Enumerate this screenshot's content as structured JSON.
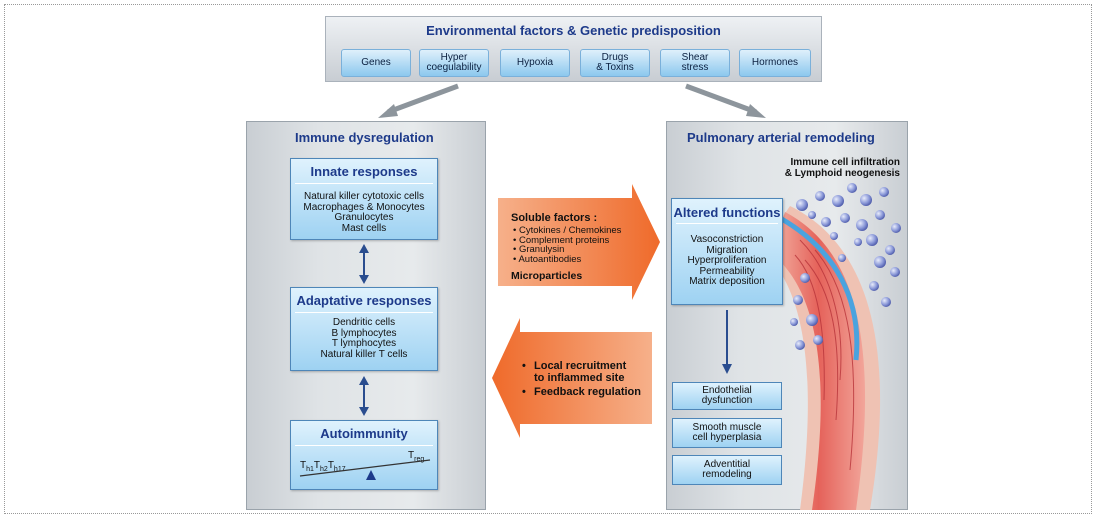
{
  "top": {
    "title": "Environmental factors & Genetic predisposition",
    "factors": [
      {
        "line1": "Genes",
        "line2": ""
      },
      {
        "line1": "Hyper",
        "line2": "coegulability"
      },
      {
        "line1": "Hypoxia",
        "line2": ""
      },
      {
        "line1": "Drugs",
        "line2": "& Toxins"
      },
      {
        "line1": "Shear",
        "line2": "stress"
      },
      {
        "line1": "Hormones",
        "line2": ""
      }
    ]
  },
  "immune": {
    "title": "Immune dysregulation",
    "innate": {
      "title": "Innate responses",
      "items": [
        "Natural killer cytotoxic cells",
        "Macrophages & Monocytes",
        "Granulocytes",
        "Mast cells"
      ]
    },
    "adaptive": {
      "title": "Adaptative responses",
      "items": [
        "Dendritic cells",
        "B lymphocytes",
        "T lymphocytes",
        "Natural killer T cells"
      ]
    },
    "autoimmunity": {
      "title": "Autoimmunity",
      "t": "T",
      "h1": "h1",
      "h2": "h2",
      "h17": "h17",
      "reg": "reg"
    }
  },
  "soluble": {
    "title": "Soluble factors :",
    "items": [
      "Cytokines / Chemokines",
      "Complement proteins",
      "Granulysin",
      "Autoantibodies"
    ],
    "micro": "Microparticles"
  },
  "feedback": {
    "items": [
      {
        "line1": "Local recruitment",
        "line2": "to inflammed site"
      },
      {
        "line1": "Feedback regulation",
        "line2": ""
      }
    ]
  },
  "remodel": {
    "title": "Pulmonary arterial remodeling",
    "infiltration": {
      "line1": "Immune cell infiltration",
      "line2": "& Lymphoid neogenesis"
    },
    "altered": {
      "title": "Altered functions",
      "items": [
        "Vasoconstriction",
        "Migration",
        "Hyperproliferation",
        "Permeability",
        "Matrix deposition"
      ]
    },
    "outcomes": [
      {
        "line1": "Endothelial",
        "line2": "dysfunction"
      },
      {
        "line1": "Smooth muscle",
        "line2": "cell hyperplasia"
      },
      {
        "line1": "Adventitial",
        "line2": "remodeling"
      }
    ]
  },
  "colors": {
    "title_blue": "#1d3a8a",
    "box_blue": "#9ed2f2",
    "arrow_orange": "#f07a38",
    "connector": "#2a4d8f"
  }
}
